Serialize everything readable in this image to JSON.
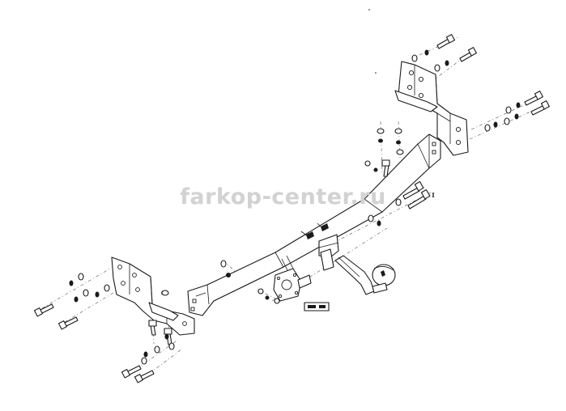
{
  "watermark": {
    "text": "farkop-center.ru"
  },
  "colors": {
    "line": "#1a1a1a",
    "watermark": "#d2d2d2",
    "background": "#ffffff"
  },
  "parts": [
    {
      "name": "main-crossbar"
    },
    {
      "name": "left-bracket"
    },
    {
      "name": "right-bracket"
    },
    {
      "name": "tow-ball"
    },
    {
      "name": "electrical-socket-plate"
    },
    {
      "name": "ball-mount-plate"
    }
  ]
}
